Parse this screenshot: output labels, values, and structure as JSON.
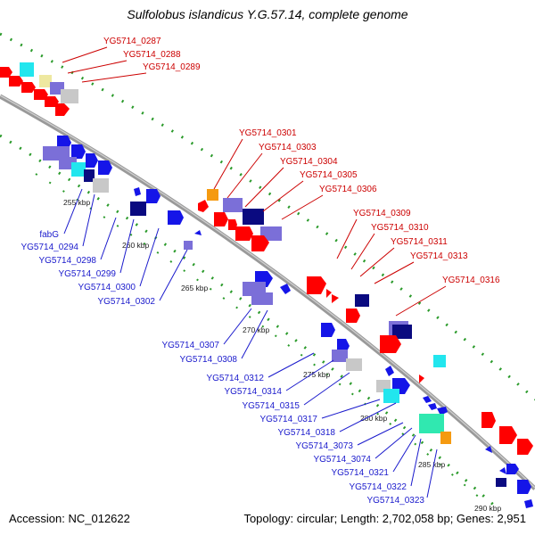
{
  "title": "Sulfolobus islandicus Y.G.57.14, complete genome",
  "footer": {
    "accession": "Accession: NC_012622",
    "summary": "Topology: circular; Length: 2,702,058 bp; Genes: 2,951"
  },
  "colors": {
    "backbone": "#999999",
    "forward_label": "#cc0000",
    "reverse_label": "#1a1acc",
    "red": "#ff0000",
    "blue": "#1515e8",
    "navy": "#0a0a80",
    "lavender": "#7b6fd8",
    "cyan": "#22e6ee",
    "gray": "#c8c8c8",
    "yellow": "#eee8a0",
    "orange": "#f59a10",
    "teal": "#30e8b0",
    "tick": "#2a9a2a"
  },
  "scale_labels": [
    {
      "text": "255 kbp"
    },
    {
      "text": "260 kbp"
    },
    {
      "text": "265 kbp"
    },
    {
      "text": "270 kbp"
    },
    {
      "text": "275 kbp"
    },
    {
      "text": "280 kbp"
    },
    {
      "text": "285 kbp"
    },
    {
      "text": "290 kbp"
    }
  ],
  "forward_labels": [
    "YG5714_0287",
    "YG5714_0288",
    "YG5714_0289",
    "YG5714_0301",
    "YG5714_0303",
    "YG5714_0304",
    "YG5714_0305",
    "YG5714_0306",
    "YG5714_0309",
    "YG5714_0310",
    "YG5714_0311",
    "YG5714_0313",
    "YG5714_0316"
  ],
  "reverse_labels": [
    "fabG",
    "YG5714_0294",
    "YG5714_0298",
    "YG5714_0299",
    "YG5714_0300",
    "YG5714_0302",
    "YG5714_0307",
    "YG5714_0308",
    "YG5714_0312",
    "YG5714_0314",
    "YG5714_0315",
    "YG5714_0317",
    "YG5714_0318",
    "YG5714_3073",
    "YG5714_3074",
    "YG5714_0321",
    "YG5714_0322",
    "YG5714_0323"
  ]
}
